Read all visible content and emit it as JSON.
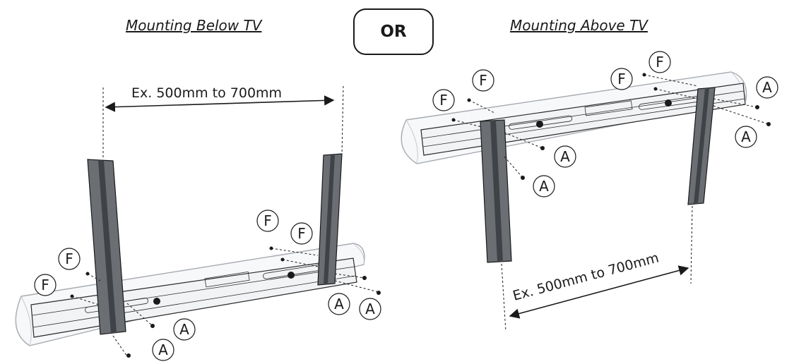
{
  "headings": {
    "left": "Mounting Below TV",
    "or": "OR",
    "right": "Mounting Above TV"
  },
  "dimensions": {
    "left": "Ex. 500mm to 700mm",
    "right": "Ex. 500mm to 700mm"
  },
  "callouts": {
    "screw_letter": "F",
    "anchor_letter": "A"
  },
  "colors": {
    "line": "#1a1a1a",
    "bracket_fill": "#6b6e73",
    "bracket_dark": "#3f4247",
    "rail_fill": "#f2f3f5",
    "bar_fill": "#f7f8fa",
    "bar_stroke": "#a7aab0"
  }
}
